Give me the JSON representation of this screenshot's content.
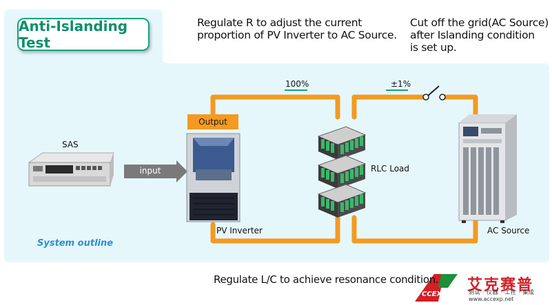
{
  "title": "Anti-Islanding Test",
  "notes": {
    "regulate_r_line1": "Regulate R to adjust the current",
    "regulate_r_line2": "proportion of PV Inverter to AC Source.",
    "cutoff_line1": "Cut off the grid(AC Source)",
    "cutoff_line2": "after Islanding condition",
    "cutoff_line3": "is set up.",
    "regulate_lc": "Regulate L/C to achieve resonance condition."
  },
  "labels": {
    "sas": "SAS",
    "input": "input",
    "output": "Output",
    "pv_inverter": "PV Inverter",
    "rlc_load": "RLC Load",
    "ac_source": "AC Source",
    "pct_100": "100%",
    "pct_1": "±1%",
    "system_outline": "System outline"
  },
  "logo": {
    "chinese": "艾克赛普",
    "subtitle": "测试 · 仪器 · 工控 · 集成",
    "url": "www.accexp.net",
    "mark": "ACCEXP"
  },
  "colors": {
    "panel_bg": "#e6f7fc",
    "wire": "#f39a21",
    "accent_green": "#15a37f",
    "outline_blue": "#2f8fcf",
    "logo_red": "#d41f26"
  }
}
